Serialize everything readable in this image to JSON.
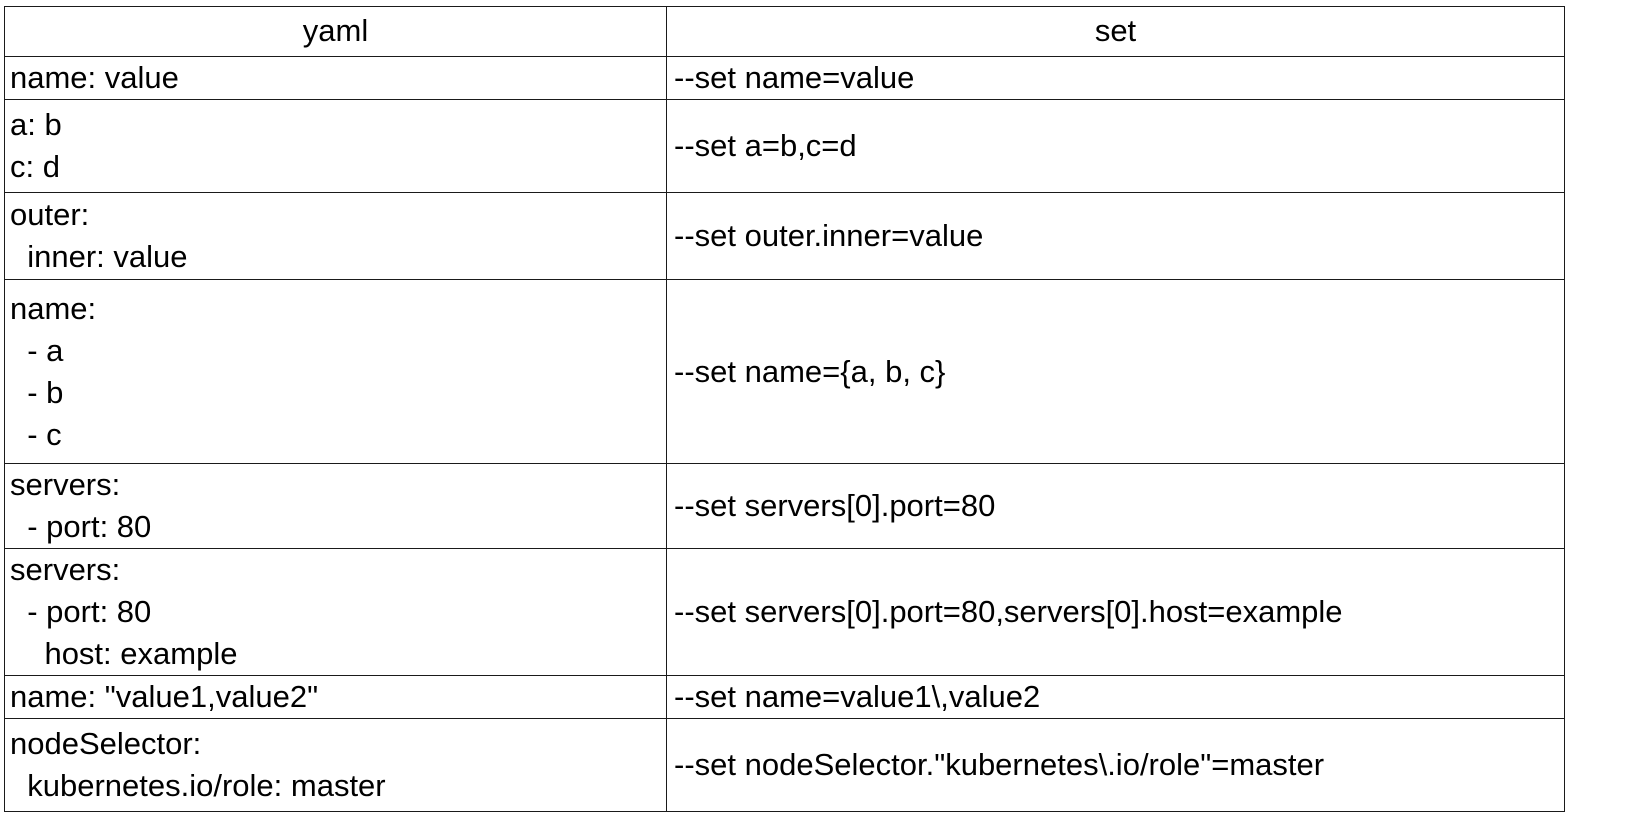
{
  "table": {
    "headers": {
      "yaml": "yaml",
      "set": "set"
    },
    "rows": [
      {
        "yaml": "name: value",
        "set": "--set name=value"
      },
      {
        "yaml": "a: b\nc: d",
        "set": "--set a=b,c=d"
      },
      {
        "yaml": "outer:\n  inner: value",
        "set": "--set outer.inner=value"
      },
      {
        "yaml": "name:\n  - a\n  - b\n  - c",
        "set": "--set name={a, b, c}"
      },
      {
        "yaml": "servers:\n  - port: 80",
        "set": "--set servers[0].port=80"
      },
      {
        "yaml": "servers:\n  - port: 80\n    host: example",
        "set": "--set servers[0].port=80,servers[0].host=example"
      },
      {
        "yaml": "name: \"value1,value2\"",
        "set": "--set name=value1\\,value2"
      },
      {
        "yaml": "nodeSelector:\n  kubernetes.io/role: master",
        "set": "--set nodeSelector.\"kubernetes\\.io/role\"=master"
      }
    ]
  },
  "colors": {
    "border": "#1a1a1a",
    "text": "#000000",
    "background": "#ffffff"
  }
}
